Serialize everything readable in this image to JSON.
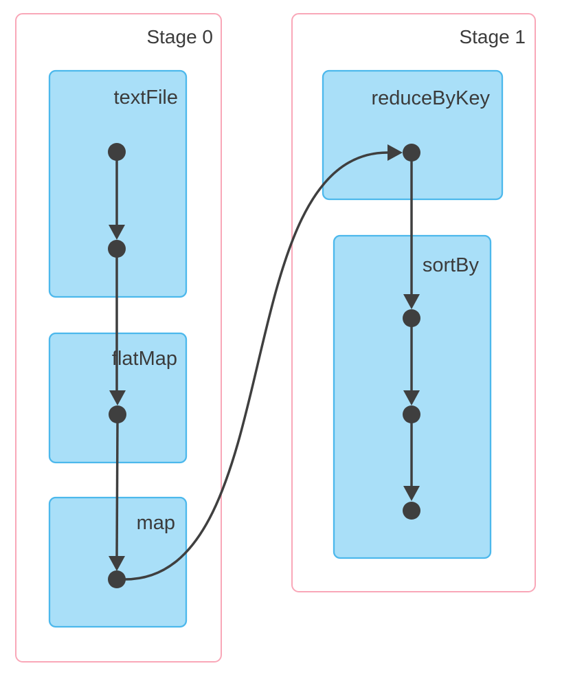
{
  "page": {
    "background": "#ffffff",
    "description": "DAG visualization of a job split into two stages"
  },
  "colors": {
    "stage_border": "#F9A7B8",
    "stage_fill": "#FFFFFF",
    "operation_fill": "#A9DFF8",
    "operation_border": "#4CB8EC",
    "edge": "#3F3F3F",
    "node_dot": "#3F3F3F",
    "label_text": "#3B3B3B"
  },
  "diagram": {
    "type": "dag",
    "stages": [
      {
        "label": "Stage 0",
        "operations": [
          {
            "label": "textFile",
            "node_count": 2
          },
          {
            "label": "flatMap",
            "node_count": 1
          },
          {
            "label": "map",
            "node_count": 1
          }
        ]
      },
      {
        "label": "Stage 1",
        "operations": [
          {
            "label": "reduceByKey",
            "node_count": 1
          },
          {
            "label": "sortBy",
            "node_count": 3
          }
        ]
      }
    ],
    "edges": [
      {
        "from": "textFile.node0",
        "to": "textFile.node1",
        "cross_stage": false
      },
      {
        "from": "textFile.node1",
        "to": "flatMap.node0",
        "cross_stage": false
      },
      {
        "from": "flatMap.node0",
        "to": "map.node0",
        "cross_stage": false
      },
      {
        "from": "map.node0",
        "to": "reduceByKey.node0",
        "cross_stage": true
      },
      {
        "from": "reduceByKey.node0",
        "to": "sortBy.node0",
        "cross_stage": false
      },
      {
        "from": "sortBy.node0",
        "to": "sortBy.node1",
        "cross_stage": false
      },
      {
        "from": "sortBy.node1",
        "to": "sortBy.node2",
        "cross_stage": false
      }
    ]
  }
}
